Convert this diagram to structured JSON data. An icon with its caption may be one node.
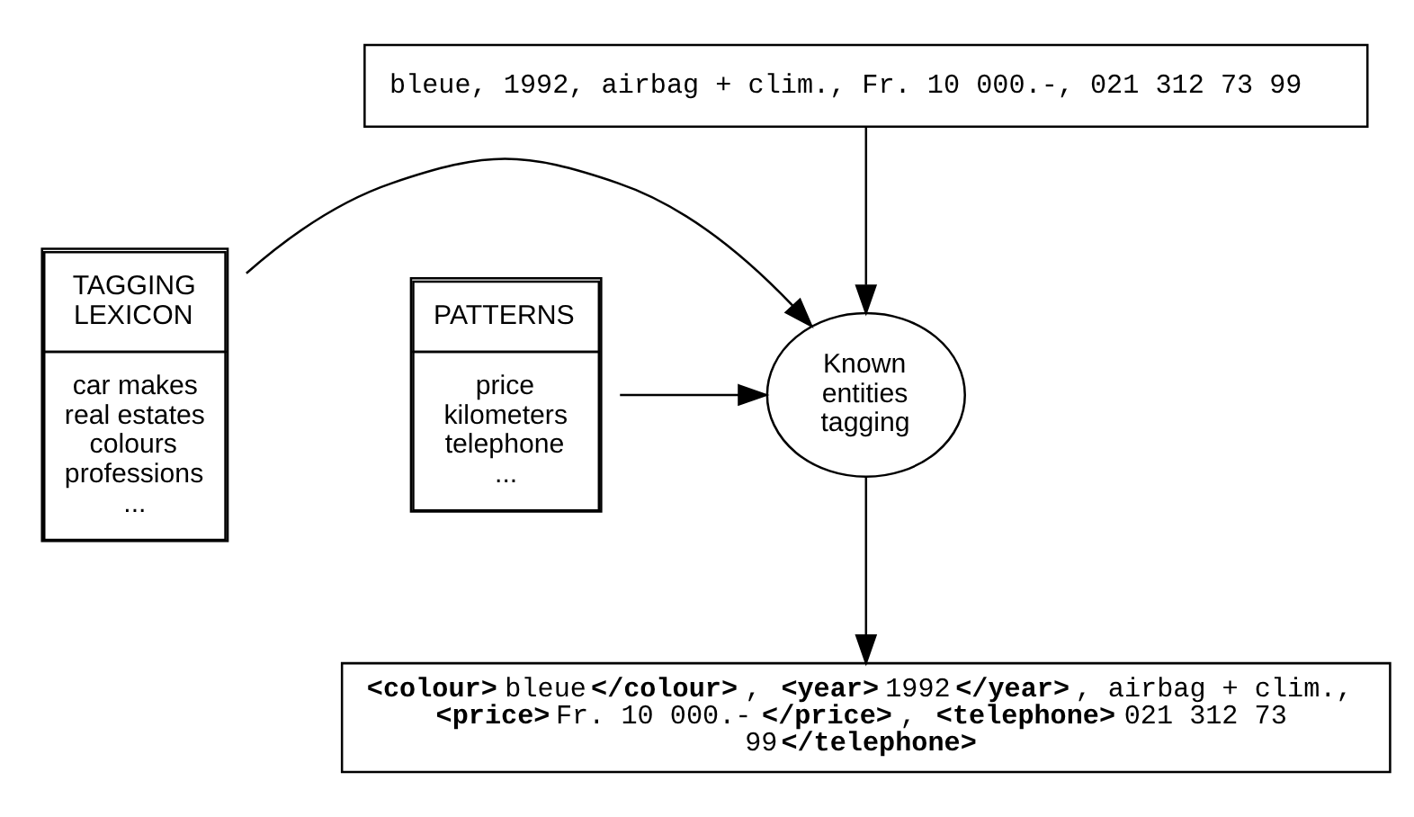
{
  "diagram": {
    "nodes": [
      {
        "text": [
          "bleue, 1992, airbag + clim., Fr. 10 000.-, 021 312 73 99"
        ]
      },
      {
        "text": [
          "TAGGING LEXICON",
          "car makes real estates colours professions ..."
        ]
      },
      {
        "text": [
          "Known entities tagging"
        ]
      },
      {
        "text": [
          "PATTERNS",
          "price kilometers telephone ..."
        ]
      },
      {
        "text": [
          "**<colour>**bleue**</colour>**, **<year>**1992**</year>**, airbag + clim., **<price>**Fr. 10 000.-**</price>**, **<telephone>**021 312 73 99**</telephone>**"
        ]
      }
    ],
    "edges": [
      {
        "from": 0,
        "to": 2,
        "arrow": "to"
      },
      {
        "from": 1,
        "to": 2,
        "arrow": "to"
      },
      {
        "from": 3,
        "to": 2,
        "arrow": "to"
      },
      {
        "from": 2,
        "to": 4,
        "arrow": "to"
      }
    ]
  }
}
